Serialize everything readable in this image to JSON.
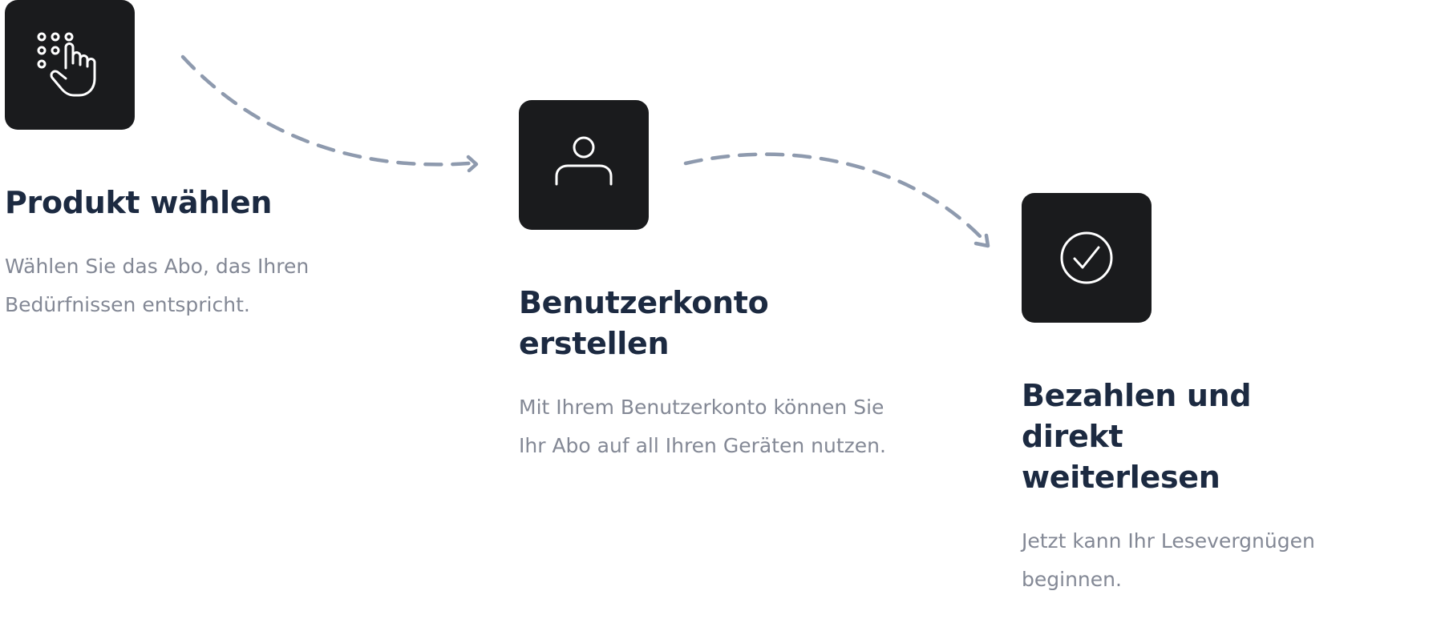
{
  "steps": [
    {
      "icon": "touch-keypad-icon",
      "title": "Produkt wählen",
      "description": "Wählen Sie das Abo, das Ihren Bedürfnissen entspricht."
    },
    {
      "icon": "user-icon",
      "title": "Benutzerkonto erstellen",
      "description": "Mit Ihrem Benutzerkonto können Sie Ihr Abo auf all Ihren Geräten nutzen."
    },
    {
      "icon": "check-circle-icon",
      "title": "Bezahlen und direkt weiterlesen",
      "description": "Jetzt kann Ihr Lesevergnügen beginnen."
    }
  ],
  "colors": {
    "icon_box": "#1a1b1d",
    "icon_stroke": "#ffffff",
    "title": "#1c2a41",
    "description": "#838895",
    "connector": "#8e9aae"
  }
}
